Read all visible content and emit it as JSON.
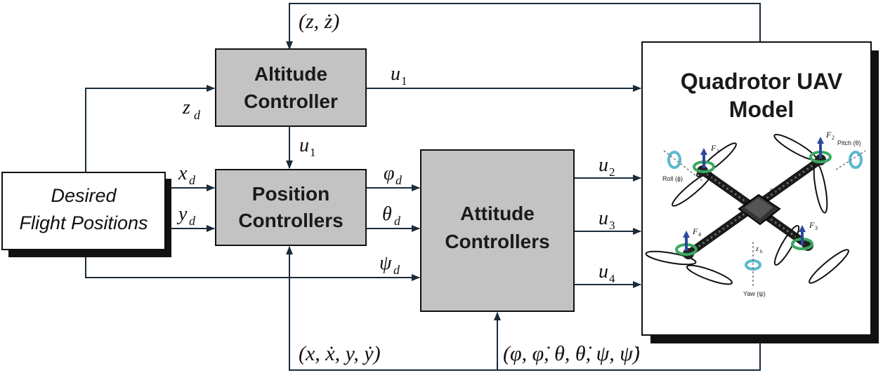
{
  "blocks": {
    "desired": [
      "Desired",
      "Flight Positions"
    ],
    "altitude": [
      "Altitude",
      "Controller"
    ],
    "position": [
      "Position",
      "Controllers"
    ],
    "attitude": [
      "Attitude",
      "Controllers"
    ],
    "model": [
      "Quadrotor UAV",
      "Model"
    ]
  },
  "signals": {
    "z_d": "z",
    "z_d_sub": "d",
    "x_d": "x",
    "x_d_sub": "d",
    "y_d": "y",
    "y_d_sub": "d",
    "psi_d": "ψ",
    "psi_d_sub": "d",
    "u1_top": "u",
    "u1_top_sub": "1",
    "u1_mid": "u",
    "u1_mid_sub": "1",
    "phi_d": "φ",
    "phi_d_sub": "d",
    "theta_d": "θ",
    "theta_d_sub": "d",
    "u2": "u",
    "u2_sub": "2",
    "u3": "u",
    "u3_sub": "3",
    "u4": "u",
    "u4_sub": "4"
  },
  "feedback": {
    "altitude": "(z, ż)",
    "position": "(x, ẋ, y, ẏ)",
    "attitude": "(φ, φ̇, θ, θ̇, ψ, ψ̇)"
  },
  "drone_labels": {
    "f1": "F",
    "f1_sub": "1",
    "f2": "F",
    "f2_sub": "2",
    "f3": "F",
    "f3_sub": "3",
    "f4": "F",
    "f4_sub": "4",
    "pitch": "Pitch (θ)",
    "roll": "Roll (ϕ)",
    "yaw": "Yaw (ψ)",
    "xb": "x",
    "xb_sub": "b",
    "yb": "y",
    "yb_sub": "b",
    "zb": "z",
    "zb_sub": "b"
  },
  "colors": {
    "block_fill": "#c3c3c3",
    "shadow": "#111111",
    "arrow": "#1a2b3a",
    "thrust_arrow": "#2a4a9a",
    "rotation_green": "#3aa860",
    "rotation_cyan": "#5ab8d0"
  }
}
